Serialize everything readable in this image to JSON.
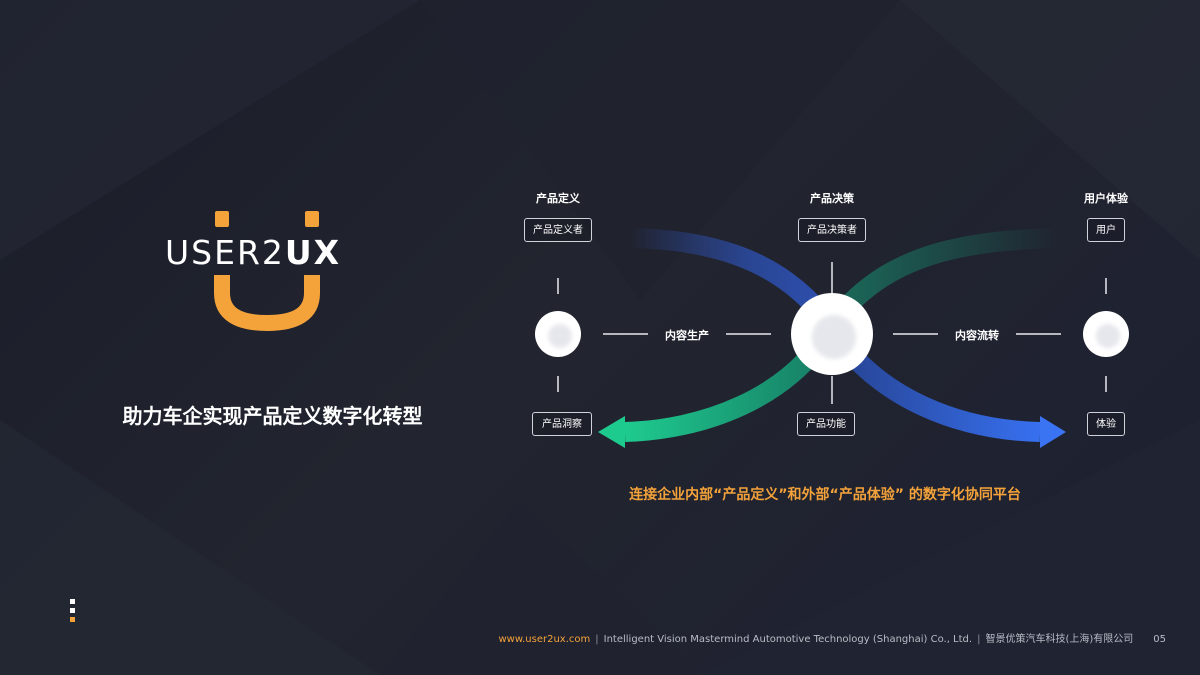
{
  "brand": {
    "name_left": "USER2",
    "name_right": "UX",
    "accent_color": "#f4a23a"
  },
  "subtitle": "助力车企实现产品定义数字化转型",
  "diagram": {
    "columns": [
      {
        "header": "产品定义",
        "top_box": "产品定义者",
        "bottom_box": "产品洞察"
      },
      {
        "header": "产品决策",
        "top_box": "产品决策者",
        "bottom_box": "产品功能"
      },
      {
        "header": "用户体验",
        "top_box": "用户",
        "bottom_box": "体验"
      }
    ],
    "links": [
      "内容生产",
      "内容流转"
    ],
    "flow_colors": {
      "green": "#1ecb8f",
      "blue": "#2f6cf0"
    }
  },
  "caption": "连接企业内部“产品定义”和外部“产品体验” 的数字化协同平台",
  "footer": {
    "url": "www.user2ux.com",
    "company_en": "Intelligent Vision Mastermind Automotive Technology (Shanghai) Co., Ltd.",
    "company_cn": "智景优策汽车科技(上海)有限公司",
    "page": "05"
  }
}
